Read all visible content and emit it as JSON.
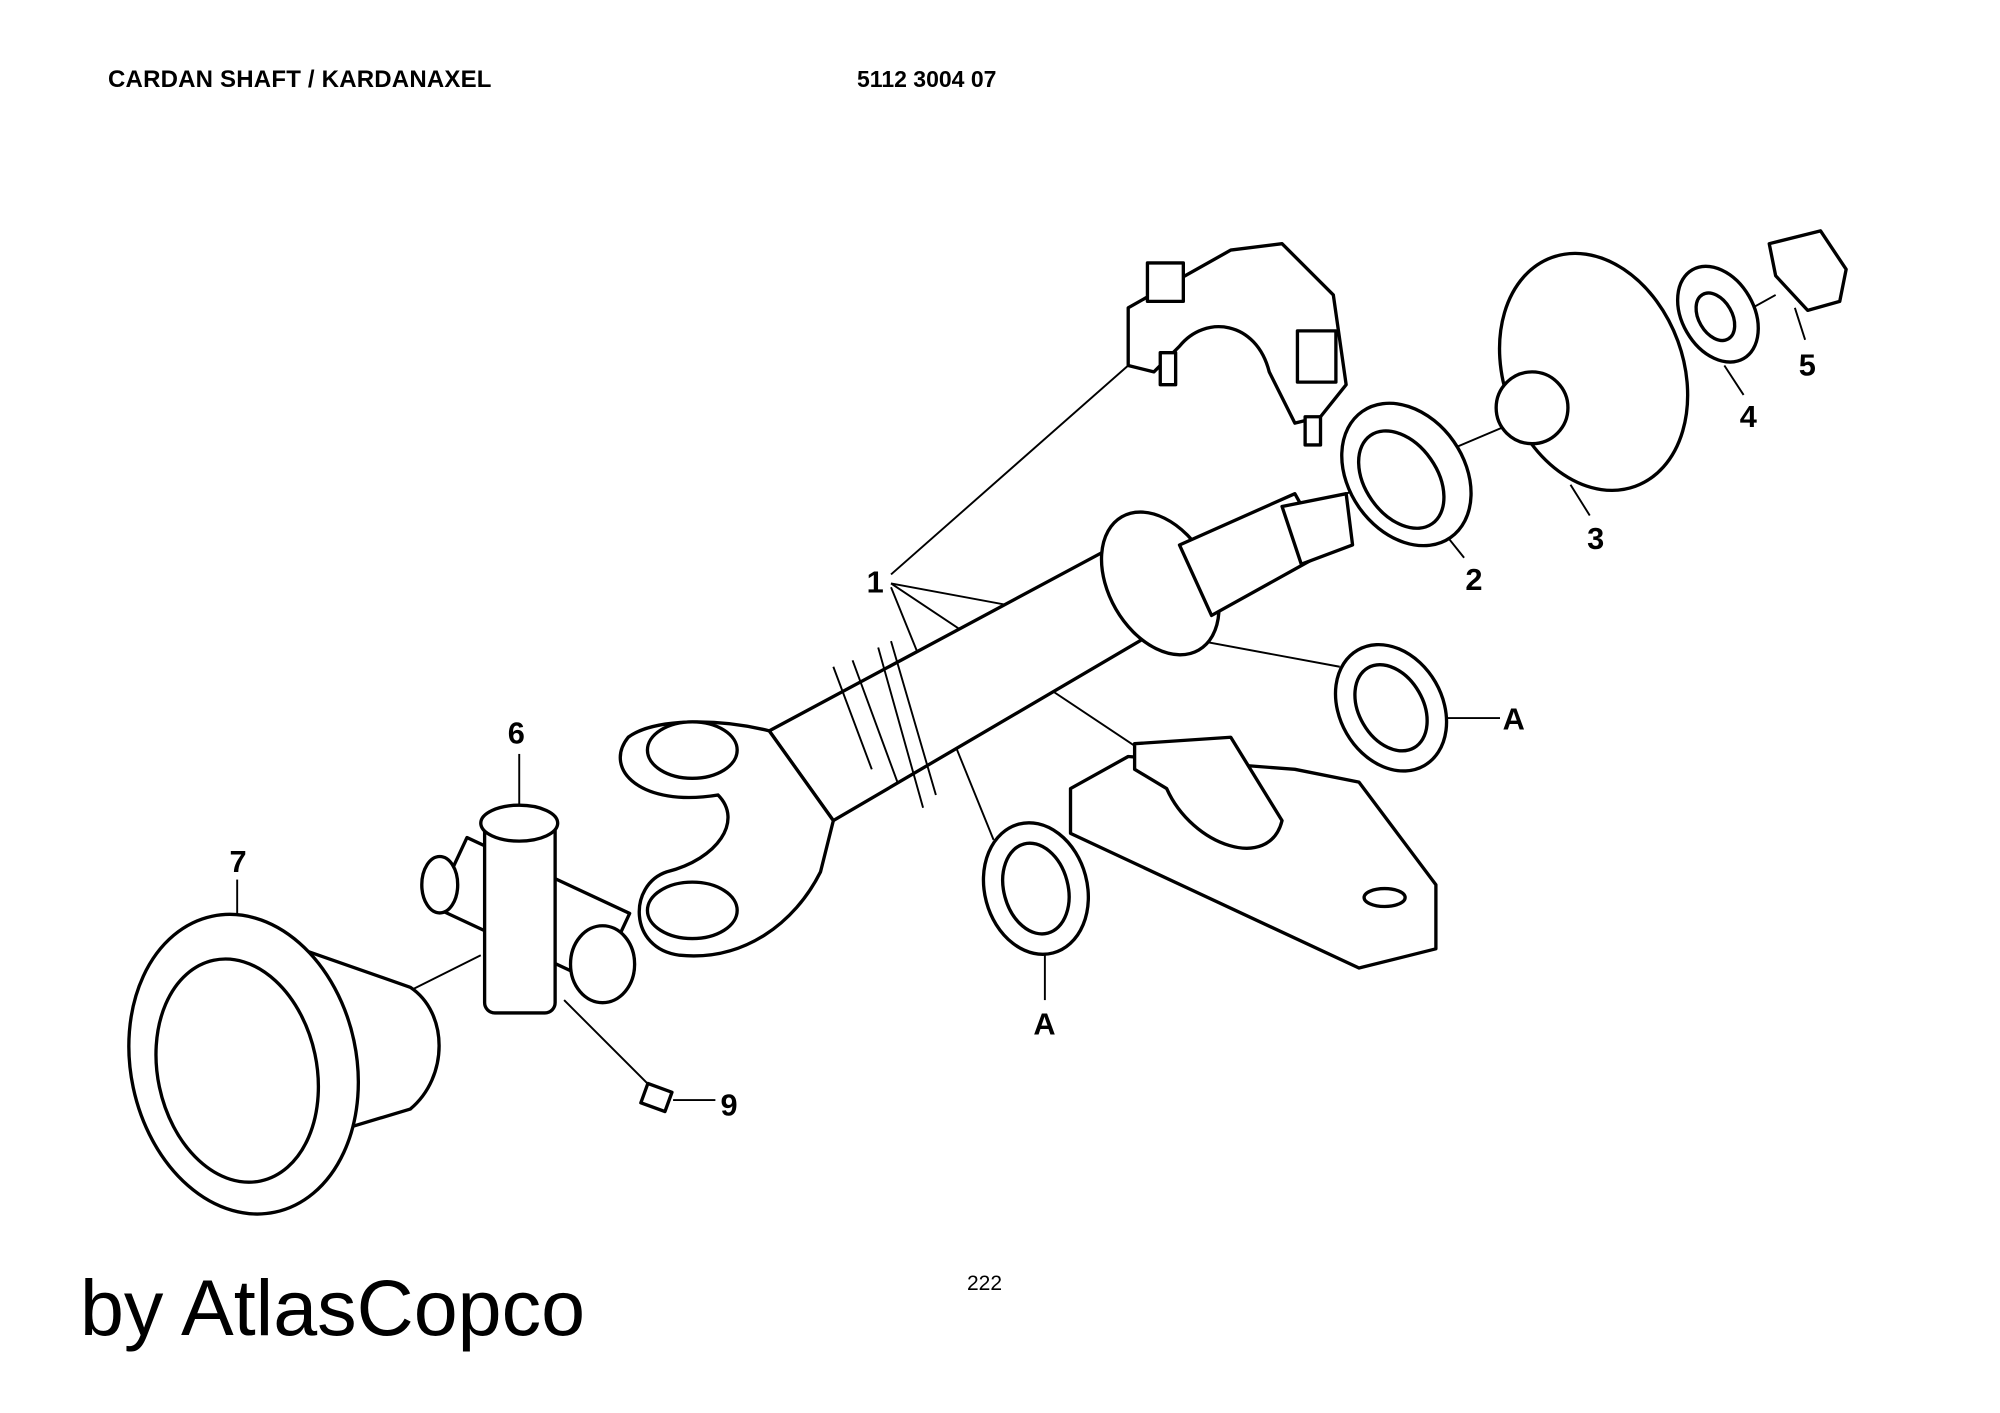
{
  "header": {
    "title": "CARDAN SHAFT / KARDANAXEL",
    "part_number": "5112 3004 07"
  },
  "diagram": {
    "callouts": [
      {
        "id": "1",
        "label": "1"
      },
      {
        "id": "2",
        "label": "2"
      },
      {
        "id": "3",
        "label": "3"
      },
      {
        "id": "4",
        "label": "4"
      },
      {
        "id": "5",
        "label": "5"
      },
      {
        "id": "6",
        "label": "6"
      },
      {
        "id": "7",
        "label": "7"
      },
      {
        "id": "9",
        "label": "9"
      },
      {
        "id": "A1",
        "label": "A"
      },
      {
        "id": "A2",
        "label": "A"
      }
    ]
  },
  "footer": {
    "page_number": "222",
    "brand": "by AtlasCopco"
  }
}
